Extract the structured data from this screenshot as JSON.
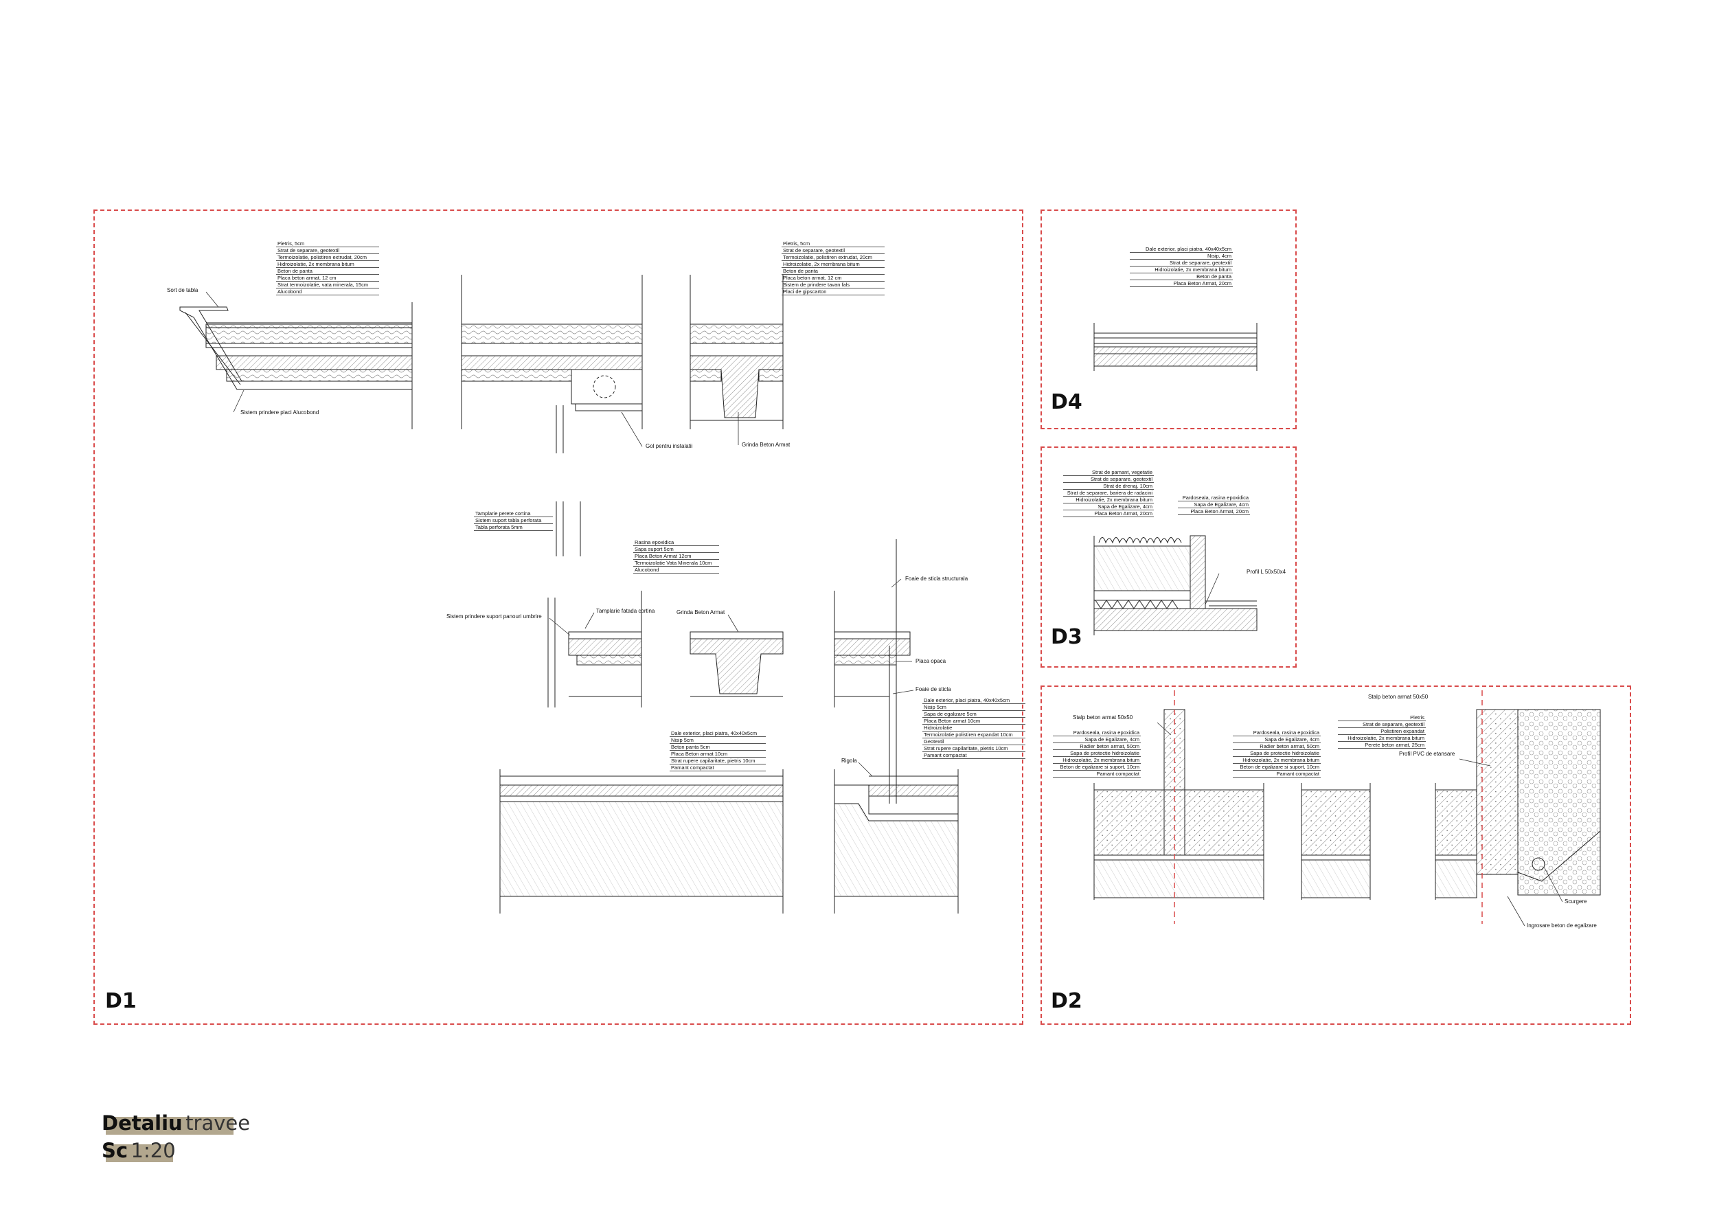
{
  "panels": {
    "d1": {
      "label": "D1"
    },
    "d2": {
      "label": "D2"
    },
    "d3": {
      "label": "D3"
    },
    "d4": {
      "label": "D4"
    }
  },
  "colors": {
    "frame": "#d94a4a",
    "title_highlight": "#b2a78e"
  },
  "title": {
    "bold": "Detaliu",
    "normal": "travee"
  },
  "scale": {
    "bold": "Sc",
    "normal": "1:20"
  },
  "d1_roof_legend": [
    "Pietris, 5cm",
    "Strat de separare, geotextil",
    "Termoizolatie, polistiren extrudat, 20cm",
    "Hidroizolatie, 2x membrana bitum",
    "Beton de panta",
    "Placa beton armat, 12 cm",
    "Strat termoizolatie, vata minerala, 15cm",
    "Alucobond"
  ],
  "d1_roof_legend2": [
    "Pietris, 5cm",
    "Strat de separare, geotextil",
    "Termoizolatie, polistiren extrudat, 20cm",
    "Hidroizolatie, 2x membrana bitum",
    "Beton de panta",
    "Placa beton armat, 12 cm",
    "Sistem de prindere tavan fals",
    "Placi de gipscarton"
  ],
  "d1_facade_legend": [
    "Tamplarie perete cortina",
    "Sistem suport tabla perforata",
    "Tabla perforata 5mm"
  ],
  "d1_floor_legend": [
    "Rasina epoxidica",
    "Sapa suport 5cm",
    "Placa Beton Armat 12cm",
    "Termoizolatie Vata Minerala 10cm",
    "Alucobond"
  ],
  "d1_ground_legend": [
    "Dale exterior, placi piatra, 40x40x5cm",
    "Nisip 5cm",
    "Beton panta 5cm",
    "Placa Beton armat 10cm",
    "Strat rupere capilaritate, pietris 10cm",
    "Pamant compactat"
  ],
  "d1_glass_legend": [
    "Dale exterior, placi piatra, 40x40x5cm",
    "Nisip 5cm",
    "Sapa de egalizare 5cm",
    "Placa Beton armat 10cm",
    "Hidroizolatie",
    "Termoizolatie polistiren expandat 10cm",
    "Geotextil",
    "Strat rupere capilaritate, pietris 10cm",
    "Pamant compactat"
  ],
  "d1_callouts": {
    "sort": "Sort de tabla",
    "alucobond": "Sistem prindere placi Alucobond",
    "gol": "Gol pentru instalatii",
    "grinda": "Grinda Beton Armat",
    "grinda2": "Grinda Beton Armat",
    "umbrire": "Sistem prindere suport panouri umbrire",
    "cortina": "Tamplarie fatada cortina",
    "foaie": "Foaie de sticla structurala",
    "opaca": "Placa opaca",
    "foaie2": "Foaie de sticla",
    "rigola": "Rigola"
  },
  "d4_legend": [
    "Dale exterior, placi piatra, 40x40x5cm",
    "Nisip, 4cm",
    "Strat de separare, geotextil",
    "Hidroizolatie, 2x membrana bitum",
    "Beton de panta",
    "Placa Beton Armat, 20cm"
  ],
  "d3_legend": [
    "Strat de pamant, vegetatie",
    "Strat de separare, geotextil",
    "Strat de drenaj, 10cm",
    "Strat de separare, bariera de radacini",
    "Hidroizolatie, 2x membrana bitum",
    "Sapa de Egalizare, 4cm",
    "Placa Beton Armat, 20cm"
  ],
  "d3_legend2": [
    "Pardoseala, rasina epoxidica",
    "Sapa de Egalizare, 4cm",
    "Placa Beton Armat, 20cm"
  ],
  "d3_callout": "Profil L 50x50x4",
  "d2_legend_left": [
    "Pardoseala, rasina epoxidica",
    "Sapa de Egalizare, 4cm",
    "Radier beton armat, 50cm",
    "Sapa de protectie hidroizolatie",
    "Hidroizolatie, 2x membrana bitum",
    "Beton de egalizare si suport, 10cm",
    "Pamant compactat"
  ],
  "d2_legend_mid": [
    "Pardoseala, rasina epoxidica",
    "Sapa de Egalizare, 4cm",
    "Radier beton armat, 50cm",
    "Sapa de protectie hidroizolatie",
    "Hidroizolatie, 2x membrana bitum",
    "Beton de egalizare si suport, 10cm",
    "Pamant compactat"
  ],
  "d2_legend_right": [
    "Pietris",
    "Strat de separare, geotextil",
    "Polistiren expandat",
    "Hidroizolatie, 2x membrana bitum",
    "Perete beton armat, 25cm"
  ],
  "d2_callouts": {
    "stalp1": "Stalp beton armat 50x50",
    "stalp2": "Stalp beton armat 50x50",
    "pvc": "Profil PVC de etansare",
    "scurgere": "Scurgere",
    "ingrosare": "Ingrosare beton de egalizare"
  }
}
